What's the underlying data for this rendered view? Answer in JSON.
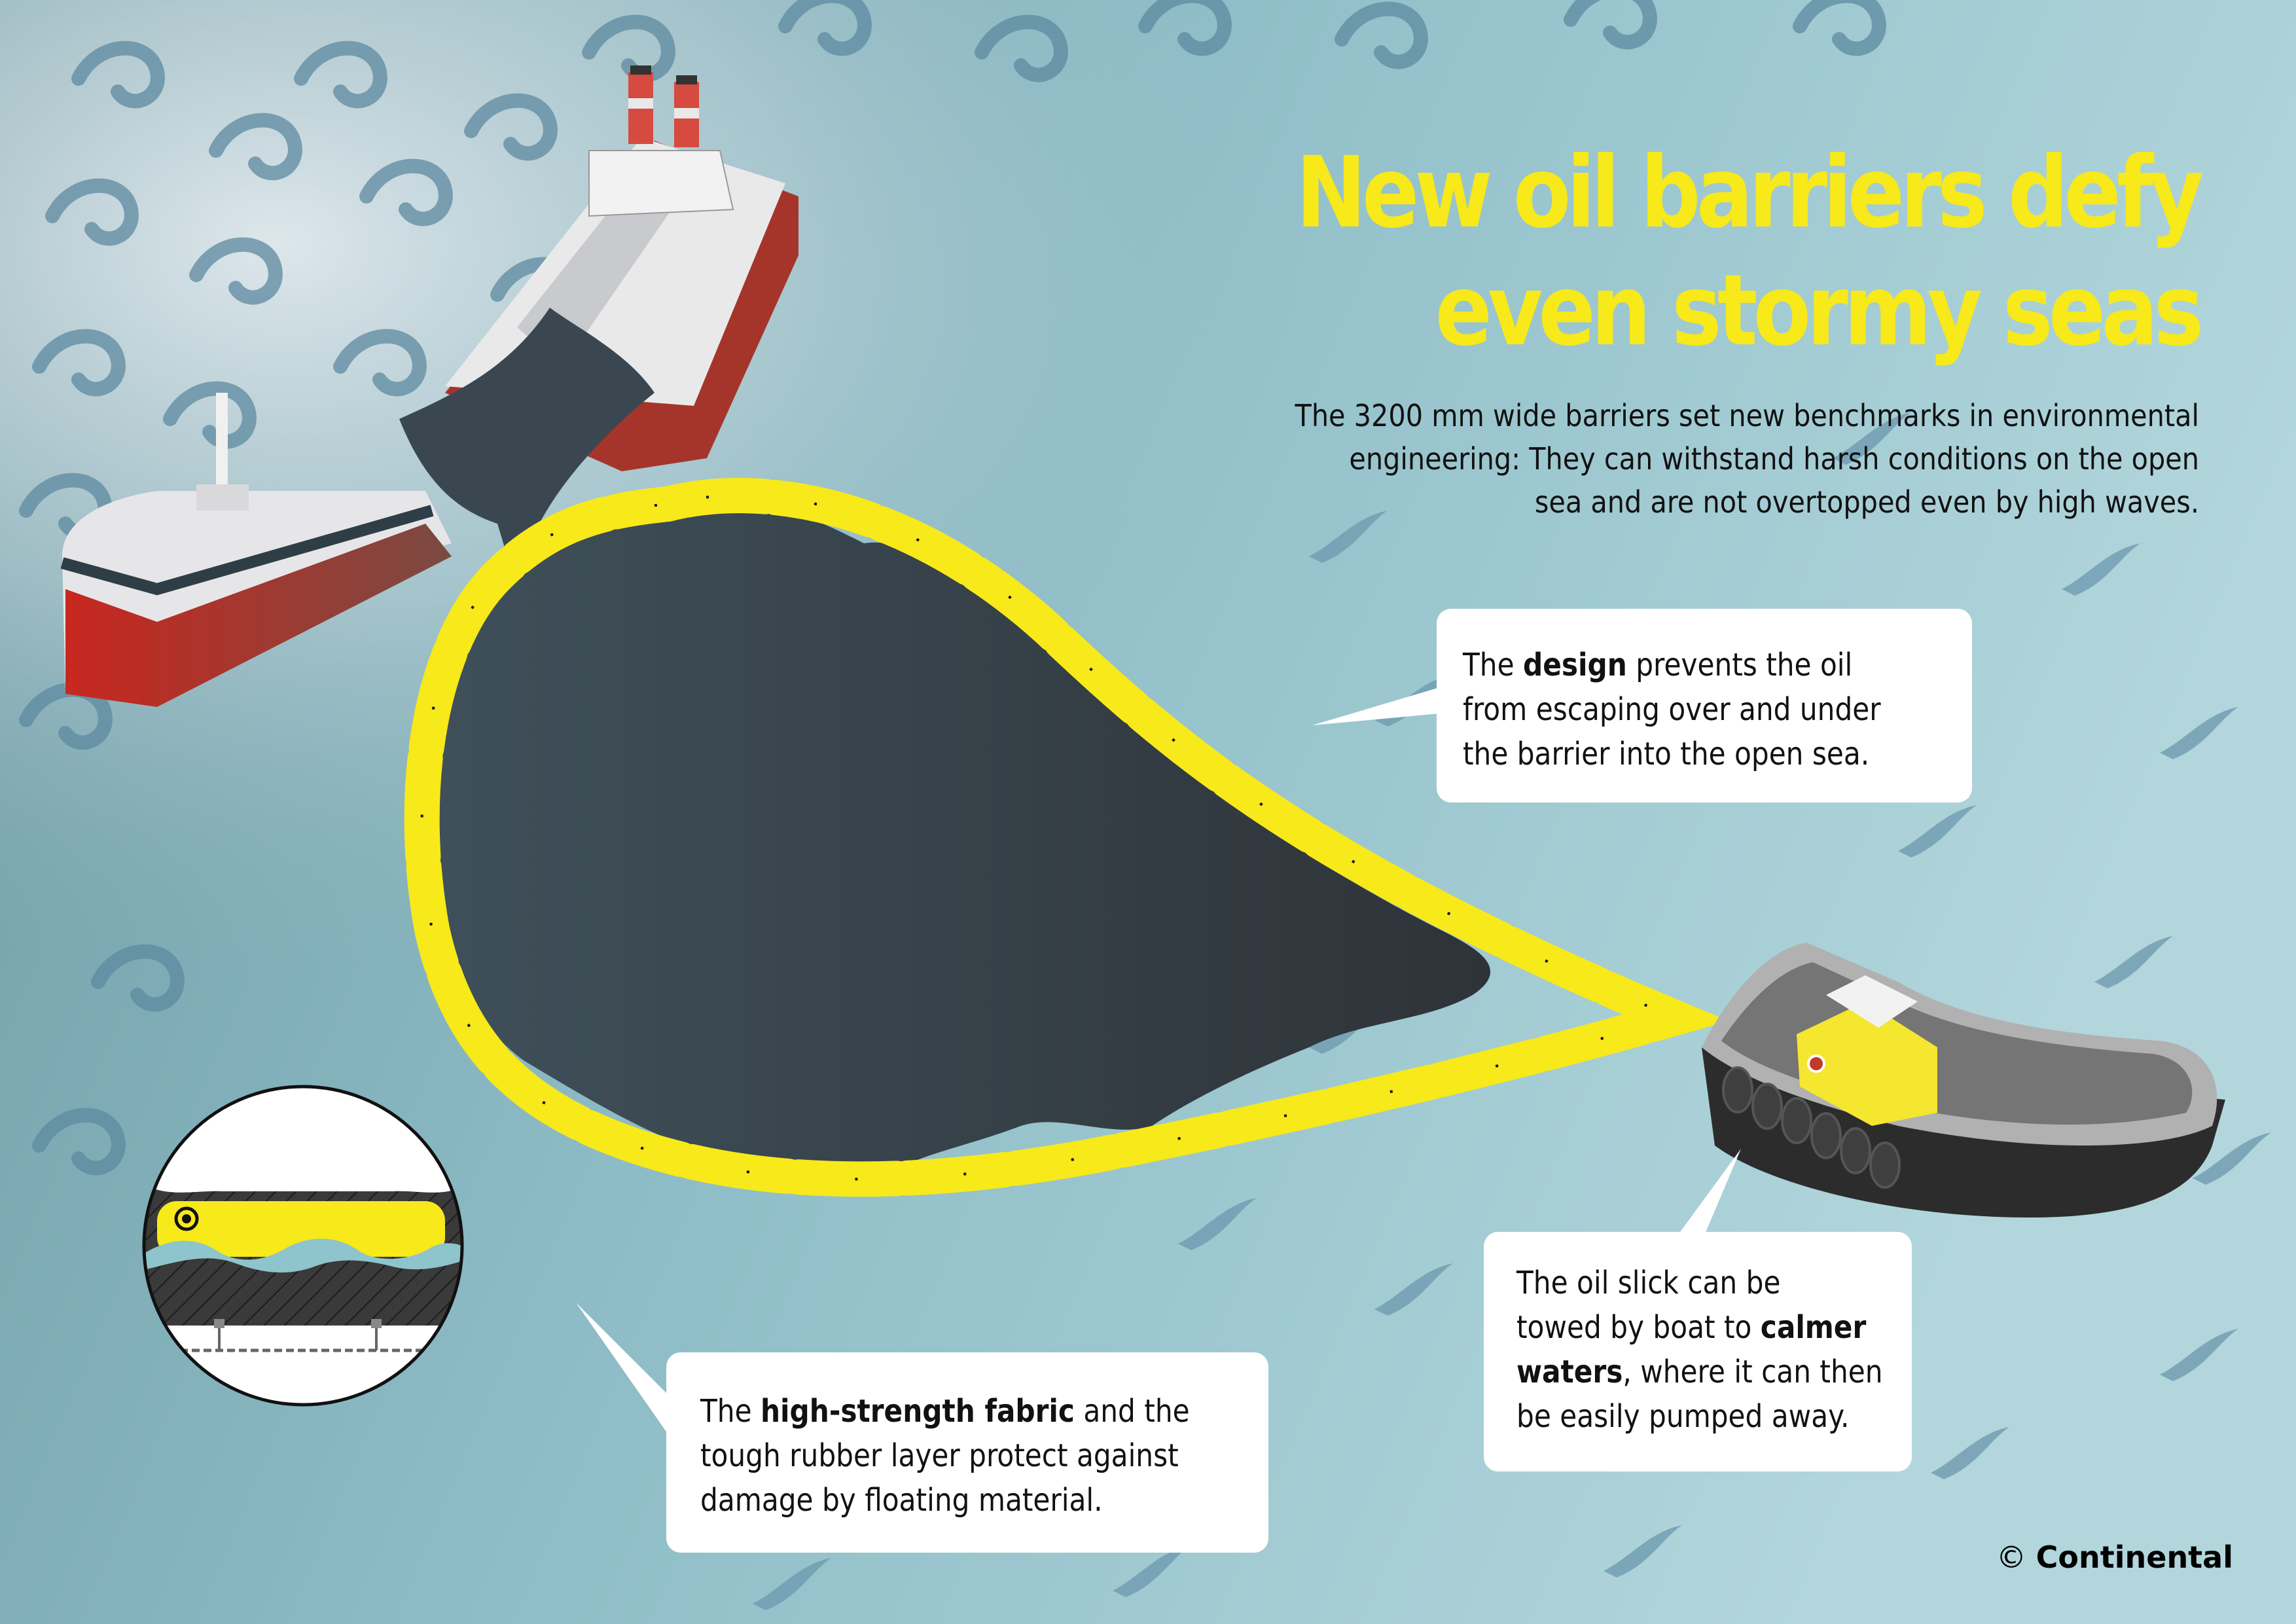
{
  "headline": {
    "line1": "New oil barriers defy",
    "line2": "even stormy seas"
  },
  "subhead": {
    "line1": "The 3200 mm wide barriers set new benchmarks in environmental",
    "line2": "engineering: They can withstand harsh conditions on the open",
    "line3": "sea and are not overtopped even by high waves."
  },
  "callouts": {
    "design": {
      "pre": "The ",
      "bold": "design",
      "post": " prevents the oil",
      "line2": "from escaping over and under",
      "line3": "the barrier into the open sea."
    },
    "tow": {
      "line1": "The oil slick can be",
      "line2_pre": "towed by boat to ",
      "line2_bold": "calmer",
      "line3_bold": "waters",
      "line3_post": ", where it can then",
      "line4": "be easily pumped away."
    },
    "fabric": {
      "pre": "The ",
      "bold": "high-strength fabric",
      "post": " and the",
      "line2": "tough rubber layer protect against",
      "line3": "damage by floating material."
    }
  },
  "copyright": {
    "symbol": "©",
    "brand": "Continental"
  },
  "colors": {
    "sea_light": "#a7d0d7",
    "sea_dark": "#6f9aa3",
    "wave_swirl": "#5d8aa0",
    "barrier_yellow": "#f7e91a",
    "oil_slick": "#3a4750",
    "headline_yellow": "#f7e91a",
    "tanker_hull_red": "#a5352b",
    "tug_hull": "#2c2c2c"
  }
}
